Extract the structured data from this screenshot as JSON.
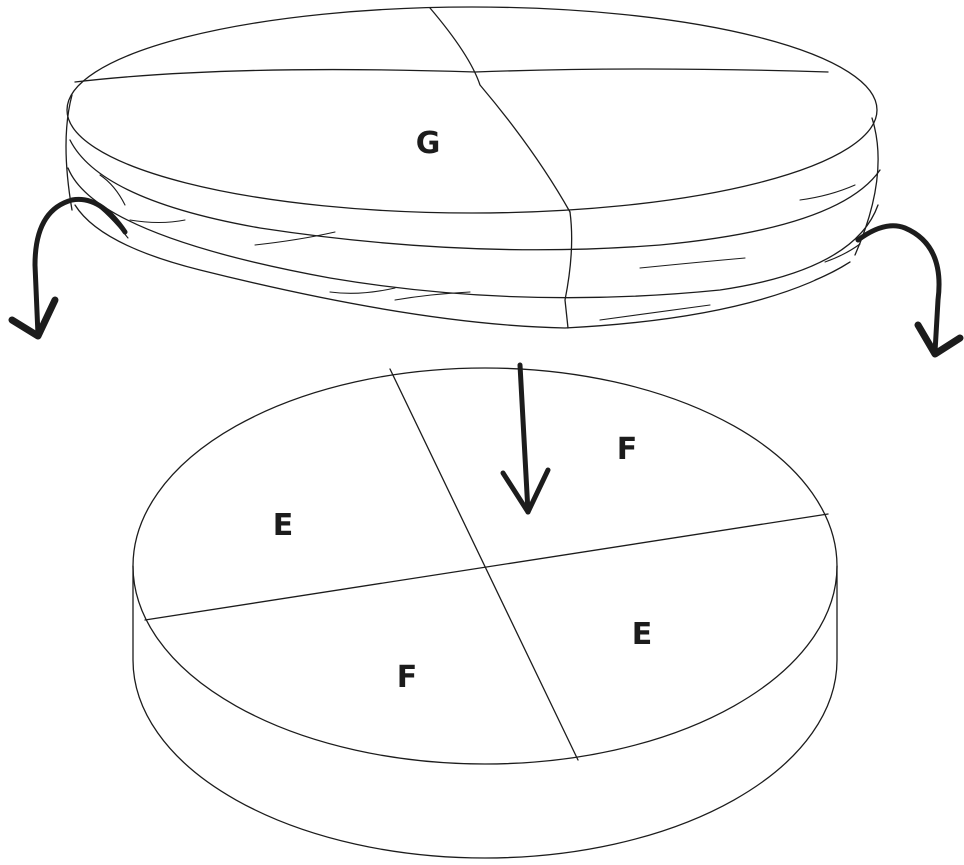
{
  "labels": {
    "cover_top": "G",
    "base_top_left": "E",
    "base_top_right": "F",
    "base_bottom_left": "F",
    "base_bottom_right": "E"
  },
  "icons": [
    "curved-arrow-left-icon",
    "curved-arrow-right-icon",
    "down-arrow-icon"
  ],
  "colors": {
    "ink": "#1c1c1c",
    "background": "#ffffff"
  }
}
